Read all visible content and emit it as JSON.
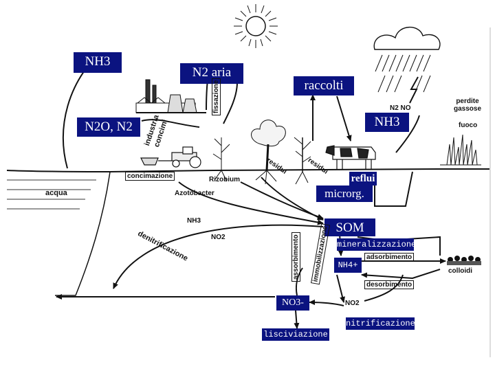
{
  "boxes": {
    "nh3_top": "NH3",
    "n2_aria": "N2 aria",
    "raccolti": "raccolti",
    "n2o_n2": "N2O, N2",
    "nh3_right": "NH3",
    "reflui": "reflui",
    "microrg": "microrg.",
    "som": "SOM",
    "mineralizzazione": "mineralizzazione",
    "nh4": "NH4+",
    "no3": "NO3-",
    "lisciviazione": "lisciviazione",
    "nitrificazione": "nitrificazione"
  },
  "drawing_labels": {
    "industria": "industria",
    "concimi": "concimi",
    "fissazione": "fissazione",
    "concimazione": "concimazione",
    "rizobium": "Rizobium",
    "azotobacter": "Azotobacter",
    "acqua": "acqua",
    "residui_1": "residui",
    "residui_2": "residui",
    "nh3_small": "NH3",
    "no2_small": "NO2",
    "denitrificazione": "denitrificazione",
    "assorbimento": "assorbimento",
    "immobilizzazione": "immobilizzazione",
    "adsorbimento": "adsorbimento",
    "desorbimento": "desorbimento",
    "colloidi": "colloidi",
    "no2_bottom": "NO2",
    "perdite_gassose": "perdite gassose",
    "fuoco": "fuoco",
    "n2_no": "N2 NO"
  },
  "colors": {
    "box_bg": "#0b1380",
    "box_text": "#ffffff",
    "line": "#111111"
  }
}
